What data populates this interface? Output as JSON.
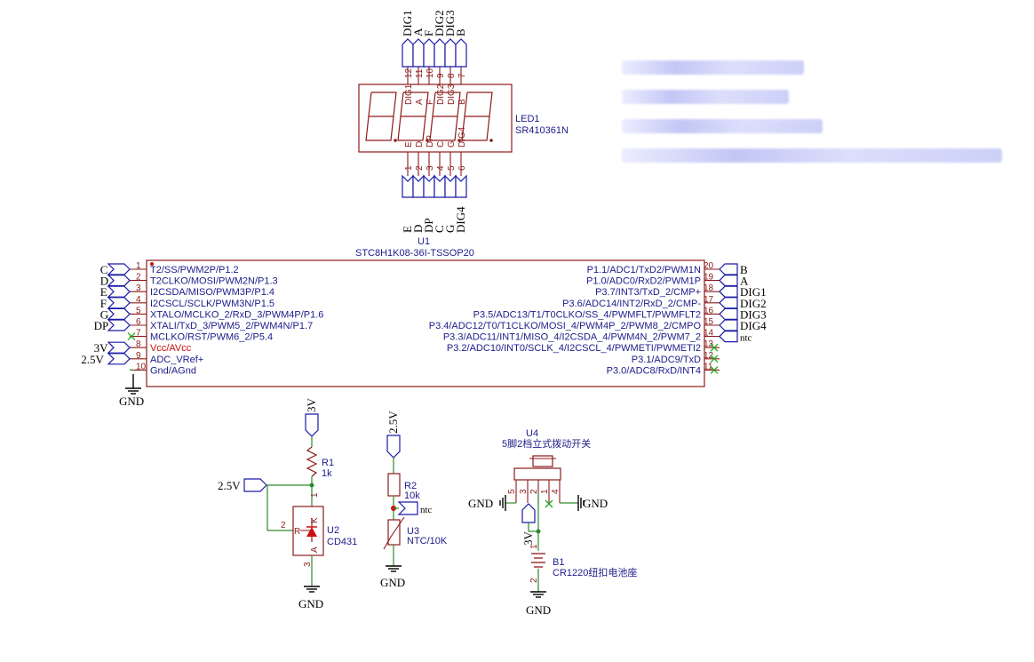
{
  "led": {
    "ref": "LED1",
    "part": "SR410361N",
    "top_pins": [
      {
        "num": "12",
        "name": "DIG1",
        "net": "DIG1"
      },
      {
        "num": "11",
        "name": "A",
        "net": "A"
      },
      {
        "num": "10",
        "name": "F",
        "net": "F"
      },
      {
        "num": "9",
        "name": "DIG2",
        "net": "DIG2"
      },
      {
        "num": "8",
        "name": "DIG3",
        "net": "DIG3"
      },
      {
        "num": "7",
        "name": "B",
        "net": "B"
      }
    ],
    "bottom_pins": [
      {
        "num": "1",
        "name": "E",
        "net": "E"
      },
      {
        "num": "2",
        "name": "D",
        "net": "D"
      },
      {
        "num": "3",
        "name": "DP",
        "net": "DP"
      },
      {
        "num": "4",
        "name": "C",
        "net": "C"
      },
      {
        "num": "5",
        "name": "G",
        "net": "G"
      },
      {
        "num": "6",
        "name": "DIG4",
        "net": "DIG4"
      }
    ]
  },
  "mcu": {
    "ref": "U1",
    "part": "STC8H1K08-36I-TSSOP20",
    "left_pins": [
      {
        "num": "1",
        "label": "T2/SS/PWM2P/P1.2",
        "net": "C"
      },
      {
        "num": "2",
        "label": "T2CLKO/MOSI/PWM2N/P1.3",
        "net": "D"
      },
      {
        "num": "3",
        "label": "I2CSDA/MISO/PWM3P/P1.4",
        "net": "E"
      },
      {
        "num": "4",
        "label": "I2CSCL/SCLK/PWM3N/P1.5",
        "net": "F"
      },
      {
        "num": "5",
        "label": "XTALO/MCLKO_2/RxD_3/PWM4P/P1.6",
        "net": "G"
      },
      {
        "num": "6",
        "label": "XTALI/TxD_3/PWM5_2/PWM4N/P1.7",
        "net": "DP"
      },
      {
        "num": "7",
        "label": "MCLKO/RST/PWM6_2/P5.4",
        "net": ""
      },
      {
        "num": "8",
        "label": "Vcc/AVcc",
        "net": "3V"
      },
      {
        "num": "9",
        "label": "ADC_VRef+",
        "net": "2.5V"
      },
      {
        "num": "10",
        "label": "Gnd/AGnd",
        "net": ""
      }
    ],
    "right_pins": [
      {
        "num": "20",
        "label": "P1.1/ADC1/TxD2/PWM1N",
        "net": "B"
      },
      {
        "num": "19",
        "label": "P1.0/ADC0/RxD2/PWM1P",
        "net": "A"
      },
      {
        "num": "18",
        "label": "P3.7/INT3/TxD_2/CMP+",
        "net": "DIG1"
      },
      {
        "num": "17",
        "label": "P3.6/ADC14/INT2/RxD_2/CMP-",
        "net": "DIG2"
      },
      {
        "num": "16",
        "label": "P3.5/ADC13/T1/T0CLKO/SS_4/PWMFLT/PWMFLT2",
        "net": "DIG3"
      },
      {
        "num": "15",
        "label": "P3.4/ADC12/T0/T1CLKO/MOSI_4/PWM4P_2/PWM8_2/CMPO",
        "net": "DIG4"
      },
      {
        "num": "14",
        "label": "P3.3/ADC11/INT1/MISO_4/I2CSDA_4/PWM4N_2/PWM7_2",
        "net": "ntc"
      },
      {
        "num": "13",
        "label": "P3.2/ADC10/INT0/SCLK_4/I2CSCL_4/PWMETI/PWMETI2",
        "net": ""
      },
      {
        "num": "12",
        "label": "P3.1/ADC9/TxD",
        "net": ""
      },
      {
        "num": "11",
        "label": "P3.0/ADC8/RxD/INT4",
        "net": ""
      }
    ],
    "gnd_label": "GND"
  },
  "ref_circuit": {
    "supply": "3V",
    "r1_ref": "R1",
    "r1_val": "1k",
    "out_net": "2.5V",
    "u2_ref": "U2",
    "u2_part": "CD431",
    "pin_k": "K",
    "pin_r": "R",
    "pin_a": "A",
    "pin1": "1",
    "pin2": "2",
    "pin3": "3",
    "gnd": "GND"
  },
  "ntc_circuit": {
    "supply": "2.5V",
    "r2_ref": "R2",
    "r2_val": "10k",
    "net": "ntc",
    "u3_ref": "U3",
    "u3_part": "NTC/10K",
    "gnd": "GND"
  },
  "switch_circuit": {
    "u4_ref": "U4",
    "u4_part": "5脚2档立式拨动开关",
    "pins": [
      "5",
      "3",
      "2",
      "1",
      "4"
    ],
    "gnd_left": "GND",
    "gnd_right": "GND",
    "net_3v": "3V",
    "b1_ref": "B1",
    "b1_part": "CR1220纽扣电池座",
    "b1_pin1": "1",
    "b1_pin2": "2",
    "gnd_bottom": "GND"
  },
  "colors": {
    "wire": "#2d8a2d",
    "part": "#8b1a1a",
    "label": "#1c1c8a",
    "net_port": "#1a1aa8",
    "power_pin": "#cc1111"
  }
}
